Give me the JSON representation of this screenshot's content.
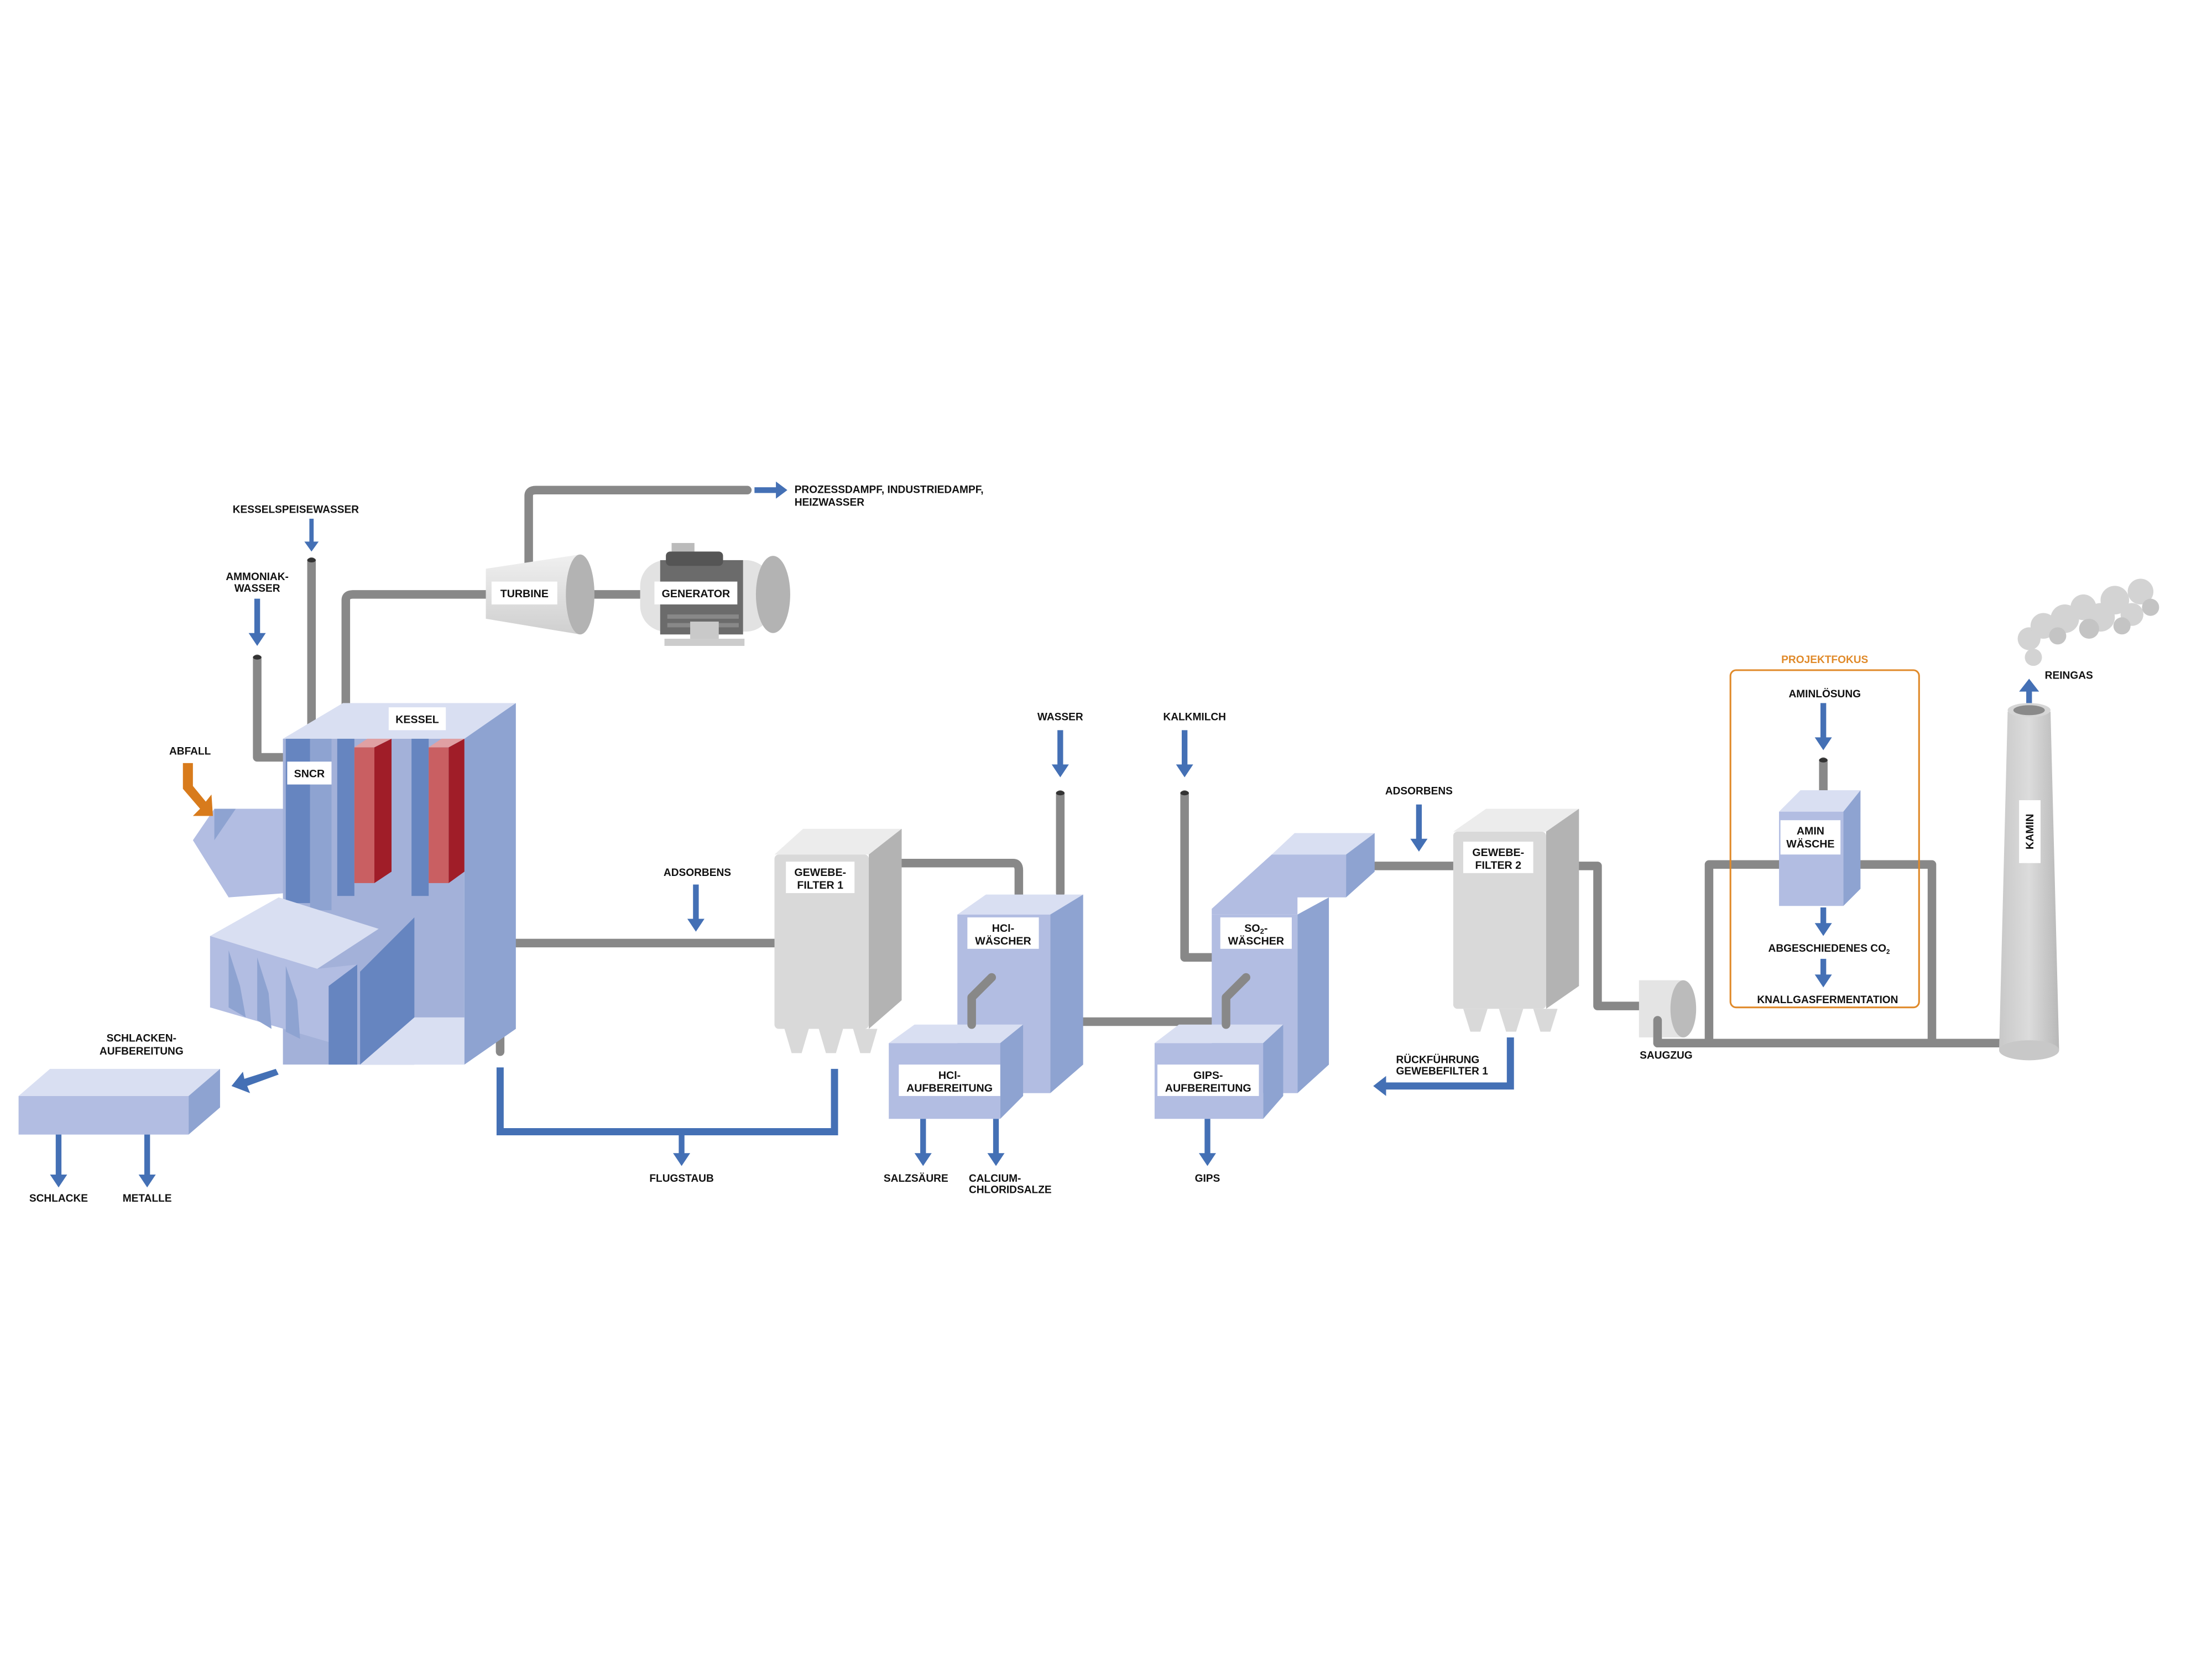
{
  "colors": {
    "accent_blue": "#4470b5",
    "focus_orange": "#e08a2a",
    "waste_orange": "#d87b1c",
    "heat_red": "#a01d28",
    "pipe_grey": "#888888"
  },
  "inputs": {
    "kesselspeisewasser": "KESSELSPEISEWASSER",
    "ammoniak_1": "AMMONIAK-",
    "ammoniak_2": "WASSER",
    "abfall": "ABFALL",
    "adsorbens_1": "ADSORBENS",
    "wasser": "WASSER",
    "kalkmilch": "KALKMILCH",
    "adsorbens_2": "ADSORBENS",
    "aminloesung": "AMINLÖSUNG"
  },
  "components": {
    "sncr": "SNCR",
    "kessel": "KESSEL",
    "turbine": "TURBINE",
    "generator": "GENERATOR",
    "gewebefilter1_1": "GEWEBE-",
    "gewebefilter1_2": "FILTER 1",
    "hcl_waescher_1": "HCl-",
    "hcl_waescher_2": "WÄSCHER",
    "hcl_aufbereitung_1": "HCl-",
    "hcl_aufbereitung_2": "AUFBEREITUNG",
    "so2_waescher_1a": "SO",
    "so2_waescher_1b": "2",
    "so2_waescher_1c": "-",
    "so2_waescher_2": "WÄSCHER",
    "gips_aufbereitung_1": "GIPS-",
    "gips_aufbereitung_2": "AUFBEREITUNG",
    "gewebefilter2_1": "GEWEBE-",
    "gewebefilter2_2": "FILTER 2",
    "saugzug": "SAUGZUG",
    "amin_waesche_1": "AMIN",
    "amin_waesche_2": "WÄSCHE",
    "kamin": "KAMIN",
    "schlackenaufbereitung_1": "SCHLACKEN-",
    "schlackenaufbereitung_2": "AUFBEREITUNG"
  },
  "outputs": {
    "prozessdampf_1": "PROZESSDAMPF, INDUSTRIEDAMPF,",
    "prozessdampf_2": "HEIZWASSER",
    "schlacke": "SCHLACKE",
    "metalle": "METALLE",
    "flugstaub": "FLUGSTAUB",
    "salzsaeure": "SALZSÄURE",
    "calcium_1": "CALCIUM-",
    "calcium_2": "CHLORIDSALZE",
    "gips": "GIPS",
    "rueckfuehrung_1": "RÜCKFÜHRUNG",
    "rueckfuehrung_2": "GEWEBEFILTER 1",
    "reingas": "REINGAS"
  },
  "focus": {
    "title": "PROJEKTFOKUS",
    "co2_a": "ABGESCHIEDENES CO",
    "co2_b": "2",
    "knallgas": "KNALLGASFERMENTATION"
  }
}
